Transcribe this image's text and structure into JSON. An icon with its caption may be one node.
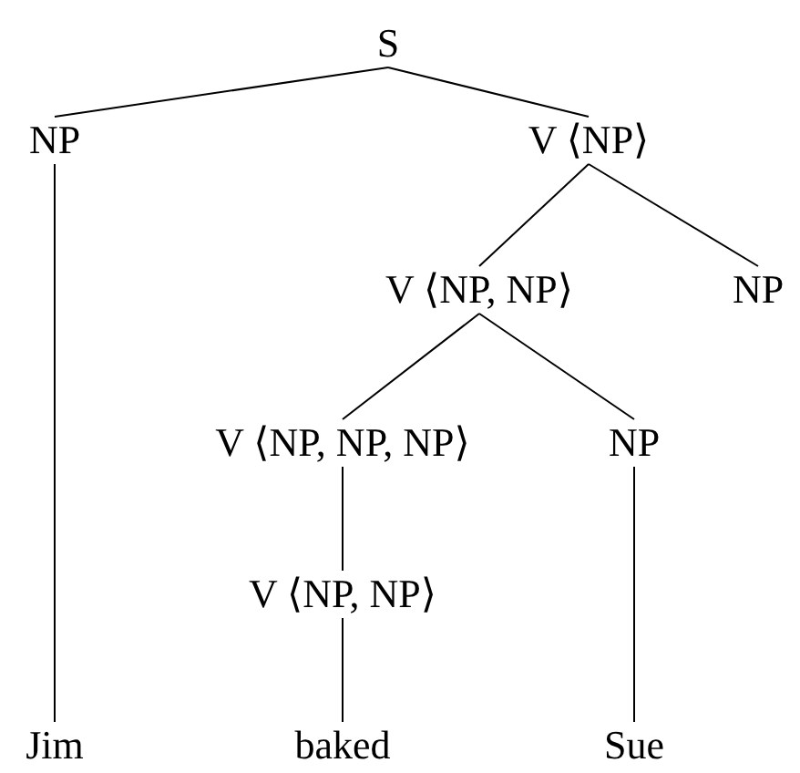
{
  "diagram": {
    "nodes": [
      {
        "text": [
          "S"
        ]
      },
      {
        "text": [
          "NP"
        ]
      },
      {
        "text": [
          "V ⟨NP⟩"
        ]
      },
      {
        "text": [
          "V ⟨NP, NP⟩"
        ]
      },
      {
        "text": [
          "NP"
        ]
      },
      {
        "text": [
          "V ⟨NP, NP, NP⟩"
        ]
      },
      {
        "text": [
          "NP"
        ]
      },
      {
        "text": [
          "V ⟨NP, NP⟩"
        ]
      },
      {
        "text": [
          "Jim"
        ]
      },
      {
        "text": [
          "baked"
        ]
      },
      {
        "text": [
          "Sue"
        ]
      }
    ],
    "edges": [
      {
        "from": 0,
        "to": 1,
        "arrow": "none"
      },
      {
        "from": 0,
        "to": 2,
        "arrow": "none"
      },
      {
        "from": 2,
        "to": 3,
        "arrow": "none"
      },
      {
        "from": 2,
        "to": 4,
        "arrow": "none"
      },
      {
        "from": 3,
        "to": 5,
        "arrow": "none"
      },
      {
        "from": 3,
        "to": 6,
        "arrow": "none"
      },
      {
        "from": 5,
        "to": 7,
        "arrow": "none"
      },
      {
        "from": 7,
        "to": 9,
        "arrow": "none"
      },
      {
        "from": 1,
        "to": 8,
        "arrow": "none"
      },
      {
        "from": 6,
        "to": 10,
        "arrow": "none"
      }
    ]
  }
}
